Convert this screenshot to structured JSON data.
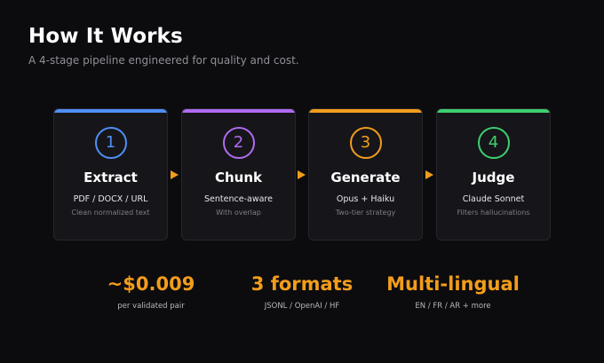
{
  "header": {
    "title": "How It Works",
    "subtitle": "A 4-stage pipeline engineered for quality and cost."
  },
  "stages": [
    {
      "number": "1",
      "name": "Extract",
      "description": "PDF / DOCX / URL",
      "note": "Clean normalized text",
      "color": "#4f8ff7"
    },
    {
      "number": "2",
      "name": "Chunk",
      "description": "Sentence-aware",
      "note": "With overlap",
      "color": "#b06bf2"
    },
    {
      "number": "3",
      "name": "Generate",
      "description": "Opus + Haiku",
      "note": "Two-tier strategy",
      "color": "#f29d1b"
    },
    {
      "number": "4",
      "name": "Judge",
      "description": "Claude Sonnet",
      "note": "Filters hallucinations",
      "color": "#3ecf6e"
    }
  ],
  "arrow_icon": "arrow-right-icon",
  "accent_color": "#f29d1b",
  "stats": [
    {
      "value": "~$0.009",
      "label": "per validated pair"
    },
    {
      "value": "3 formats",
      "label": "JSONL / OpenAI / HF"
    },
    {
      "value": "Multi-lingual",
      "label": "EN / FR / AR + more"
    }
  ]
}
